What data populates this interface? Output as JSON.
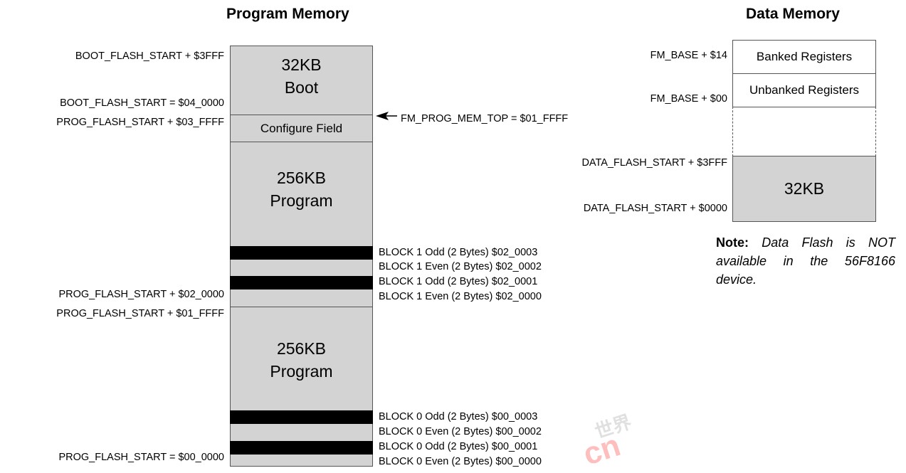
{
  "titles": {
    "program": "Program Memory",
    "data": "Data Memory"
  },
  "program_left_labels": [
    "BOOT_FLASH_START + $3FFF",
    "BOOT_FLASH_START = $04_0000",
    "PROG_FLASH_START + $03_FFFF",
    "PROG_FLASH_START + $02_0000",
    "PROG_FLASH_START + $01_FFFF",
    "PROG_FLASH_START = $00_0000"
  ],
  "program_blocks": {
    "boot_size": "32KB",
    "boot_name": "Boot",
    "config": "Configure Field",
    "prog1_size": "256KB",
    "prog1_name": "Program",
    "prog0_size": "256KB",
    "prog0_name": "Program"
  },
  "pointer_label": "FM_PROG_MEM_TOP = $01_FFFF",
  "block1_rows": [
    "BLOCK 1 Odd   (2 Bytes) $02_0003",
    "BLOCK 1 Even (2 Bytes) $02_0002",
    "BLOCK 1 Odd   (2 Bytes) $02_0001",
    "BLOCK 1 Even (2 Bytes) $02_0000"
  ],
  "block0_rows": [
    "BLOCK 0 Odd   (2 Bytes) $00_0003",
    "BLOCK 0 Even (2 Bytes) $00_0002",
    "BLOCK 0 Odd   (2 Bytes) $00_0001",
    "BLOCK 0 Even (2 Bytes) $00_0000"
  ],
  "data_labels": {
    "fm_base_14": "FM_BASE + $14",
    "fm_base_00": "FM_BASE + $00",
    "data_3fff": "DATA_FLASH_START + $3FFF",
    "data_0000": "DATA_FLASH_START + $0000"
  },
  "data_blocks": {
    "banked": "Banked Registers",
    "unbanked": "Unbanked Registers",
    "flash_size": "32KB"
  },
  "note": {
    "label": "Note:",
    "text": "Data Flash is NOT available in the 56F8166 device."
  },
  "colors": {
    "block_fill": "#d3d3d3",
    "bar_fill": "#000000",
    "border": "#555555"
  }
}
